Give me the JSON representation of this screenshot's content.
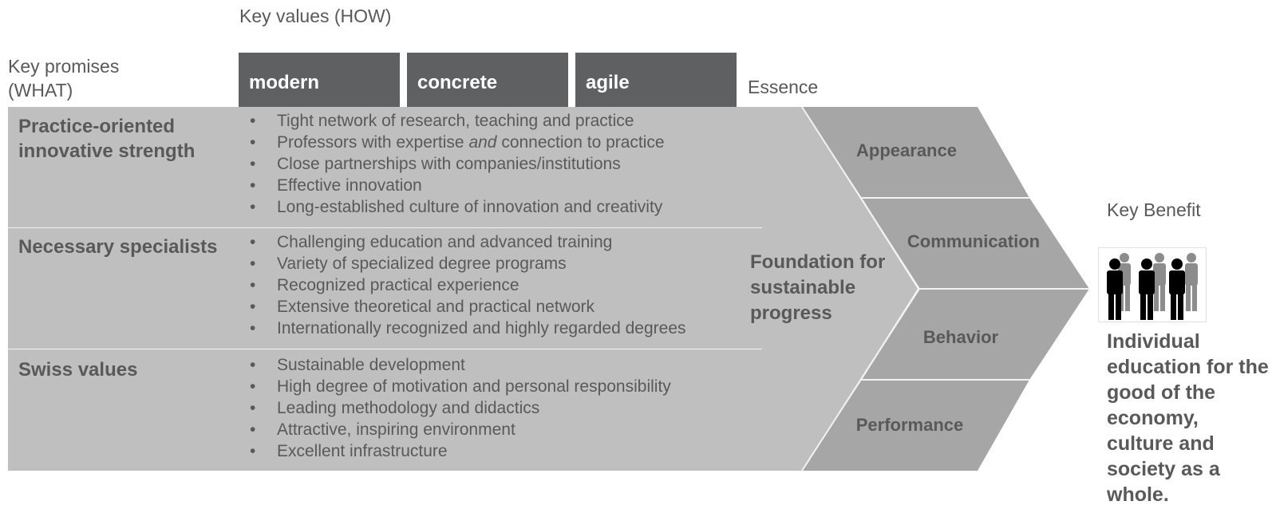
{
  "headers": {
    "key_promises": "Key promises (WHAT)",
    "key_values": "Key values (HOW)",
    "essence": "Essence",
    "key_benefit": "Key Benefit"
  },
  "key_values": [
    "modern",
    "concrete",
    "agile"
  ],
  "promises": [
    {
      "title": "Practice-oriented innovative strength",
      "bullets": [
        "Tight network of research, teaching and practice",
        "Professors with expertise and connection to practice",
        "Close partnerships with companies/institutions",
        "Effective innovation",
        "Long-established culture of innovation and creativity"
      ]
    },
    {
      "title": "Necessary specialists",
      "bullets": [
        "Challenging education and advanced training",
        "Variety of specialized degree programs",
        "Recognized practical experience",
        "Extensive theoretical and practical network",
        "Internationally recognized and highly regarded degrees"
      ]
    },
    {
      "title": "Swiss values",
      "bullets": [
        "Sustainable development",
        "High degree of motivation and personal responsibility",
        "Leading methodology and didactics",
        "Attractive, inspiring environment",
        "Excellent infrastructure"
      ]
    }
  ],
  "bullet_symbol": "•",
  "foundation": "Foundation for sustainable progress",
  "essence_items": [
    "Appearance",
    "Communication",
    "Behavior",
    "Performance"
  ],
  "key_benefit_text": "Individual education for the good of the economy, culture and society as a whole.",
  "icons": {
    "people": "people-group-icon"
  },
  "colors": {
    "value_box": "#5f6062",
    "arrow_light": "#bfbfbf",
    "arrow_dark": "#a6a6a6",
    "text": "#595959"
  }
}
